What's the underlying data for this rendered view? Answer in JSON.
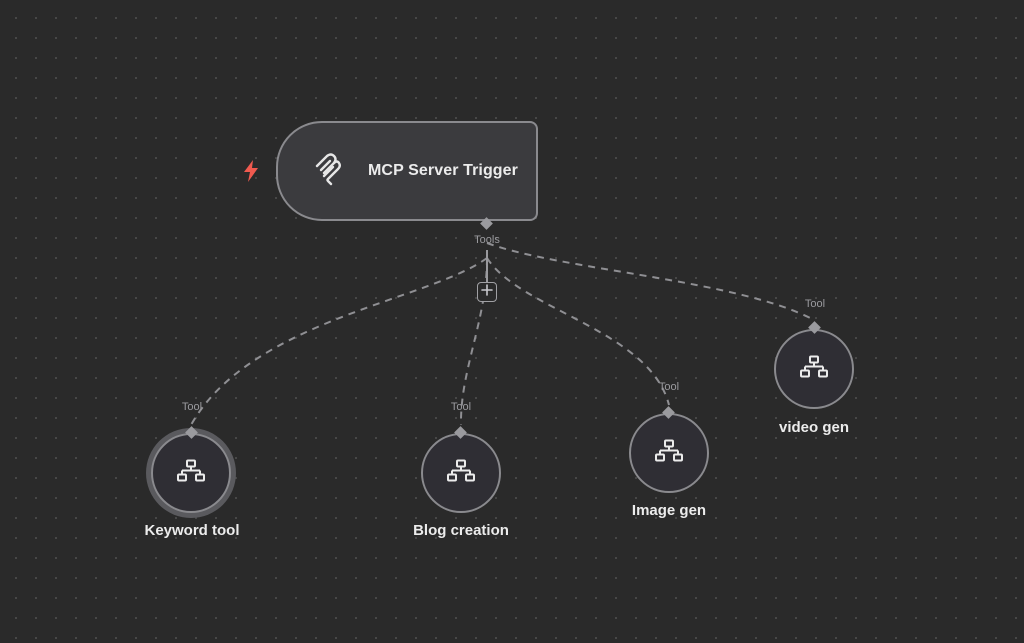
{
  "trigger": {
    "title": "MCP Server Trigger",
    "icon": "mcp-logo-icon",
    "status_icon": "lightning-bolt-icon",
    "status_color": "#f05a4f",
    "output_label": "Tools"
  },
  "tools": [
    {
      "label": "Keyword tool",
      "connector_label": "Tool",
      "icon": "network-icon",
      "selected": true
    },
    {
      "label": "Blog creation",
      "connector_label": "Tool",
      "icon": "network-icon",
      "selected": false
    },
    {
      "label": "Image gen",
      "connector_label": "Tool",
      "icon": "network-icon",
      "selected": false
    },
    {
      "label": "video gen",
      "connector_label": "Tool",
      "icon": "network-icon",
      "selected": false
    }
  ],
  "colors": {
    "canvas_background": "#2a2a2a",
    "node_background": "#3b3b3e",
    "node_border": "#8a8a8e",
    "connector": "#9a9a9e",
    "text": "#ececec"
  }
}
